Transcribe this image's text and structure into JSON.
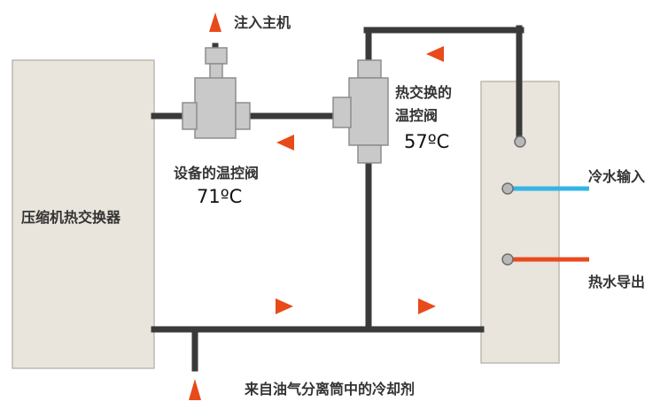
{
  "labels": {
    "inject_host": "注入主机",
    "heat_exchange_valve_line1": "热交换的",
    "heat_exchange_valve_line2": "温控阀",
    "heat_exchange_temp": "57ºC",
    "device_valve": "设备的温控阀",
    "device_temp": "71ºC",
    "compressor_exchanger": "压缩机热交换器",
    "cold_water_in": "冷水输入",
    "hot_water_out": "热水导出",
    "refrigerant_source": "来自油气分离筒中的冷却剂"
  },
  "colors": {
    "pipe": "#3a3a3a",
    "panel_fill": "#e9e4dc",
    "panel_stroke": "#bdb8b0",
    "valve_fill": "#c9c9c9",
    "valve_stroke": "#8d8d8d",
    "arrow": "#e84a1a",
    "cold_line": "#33b5e5",
    "hot_line": "#ea4a1f",
    "port_fill": "#b8b8b8"
  }
}
